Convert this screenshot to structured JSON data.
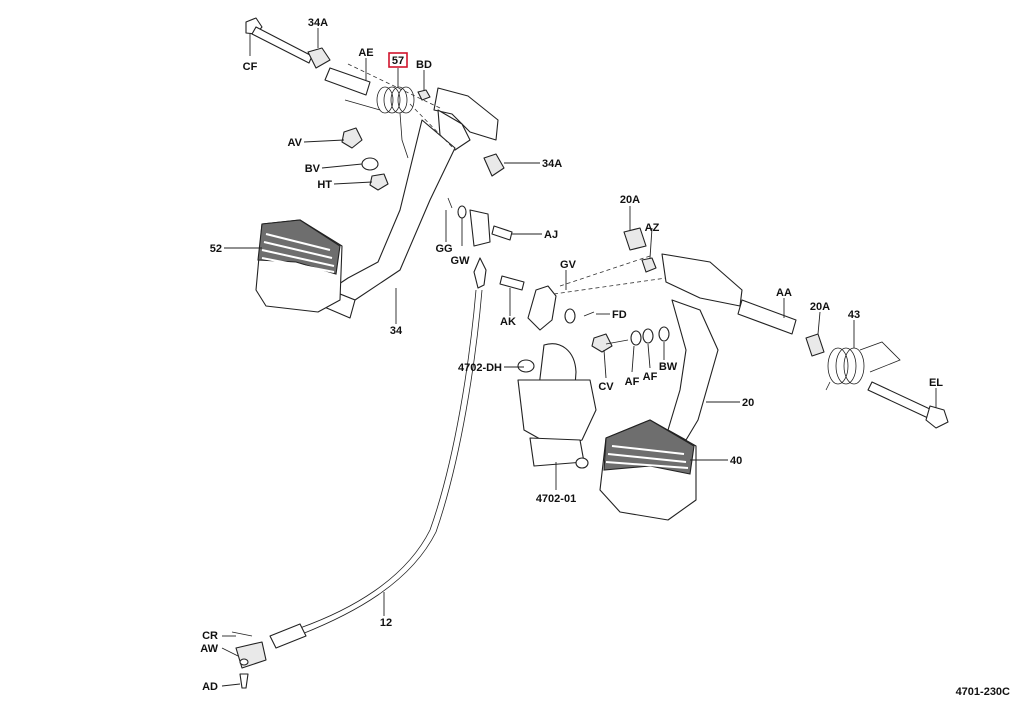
{
  "diagram_id": "4701-230C",
  "labels": {
    "cf": "CF",
    "s34a_top": "34A",
    "ae": "AE",
    "p57": "57",
    "bd": "BD",
    "av": "AV",
    "bv": "BV",
    "ht": "HT",
    "s34a_right": "34A",
    "p52": "52",
    "gg": "GG",
    "gw": "GW",
    "aj": "AJ",
    "p34": "34",
    "s20a_top": "20A",
    "az": "AZ",
    "gv": "GV",
    "ak": "AK",
    "fd": "FD",
    "aa": "AA",
    "s20a_right": "20A",
    "p43": "43",
    "el": "EL",
    "cv": "CV",
    "af1": "AF",
    "af2": "AF",
    "bw": "BW",
    "p4702dh": "4702-DH",
    "p20": "20",
    "p40": "40",
    "p470201": "4702-01",
    "p12": "12",
    "cr": "CR",
    "aw": "AW",
    "ad": "AD"
  },
  "highlight_color": "#d0142c"
}
